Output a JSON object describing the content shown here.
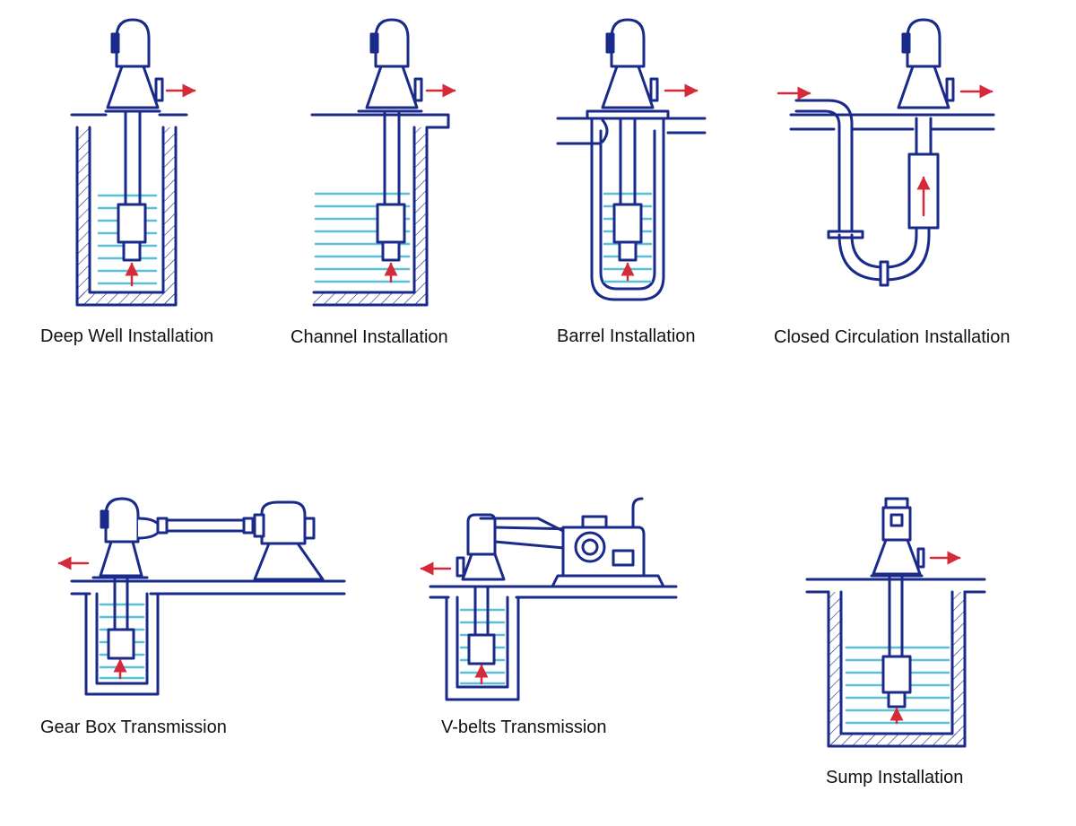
{
  "colors": {
    "line": "#1a2a8a",
    "water": "#58c0d8",
    "arrow": "#d42a3a",
    "text": "#111111"
  },
  "diagrams": [
    {
      "id": "deep-well",
      "label": "Deep Well Installation",
      "icon": "deep-well-pump-icon"
    },
    {
      "id": "channel",
      "label": "Channel Installation",
      "icon": "channel-pump-icon"
    },
    {
      "id": "barrel",
      "label": "Barrel Installation",
      "icon": "barrel-pump-icon"
    },
    {
      "id": "closed-circulation",
      "label": "Closed Circulation Installation",
      "icon": "closed-circulation-pump-icon"
    },
    {
      "id": "gear-box",
      "label": "Gear Box Transmission",
      "icon": "gear-box-pump-icon"
    },
    {
      "id": "v-belts",
      "label": "V-belts Transmission",
      "icon": "v-belt-pump-icon"
    },
    {
      "id": "sump",
      "label": "Sump Installation",
      "icon": "sump-pump-icon"
    }
  ]
}
